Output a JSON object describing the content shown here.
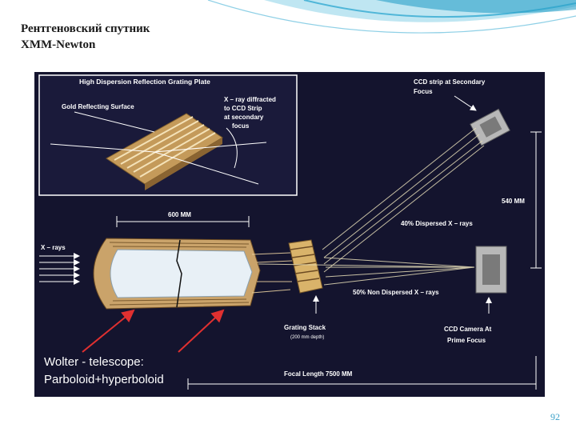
{
  "slide": {
    "title_line1": "Рентгеновский спутник",
    "title_line2": "XMM-Newton",
    "page_number": "92"
  },
  "figure": {
    "inset_title": "High Dispersion Reflection Grating Plate",
    "gold_surface": "Gold Reflecting Surface",
    "xray_diffracted_1": "X – ray diffracted",
    "xray_diffracted_2": "to CCD Strip",
    "xray_diffracted_3": "at secondary",
    "xray_diffracted_4": "focus",
    "ccd_strip_1": "CCD strip at Secondary",
    "ccd_strip_2": "Focus",
    "dim_600": "600 MM",
    "dim_540": "540 MM",
    "xrays": "X – rays",
    "dispersed": "40% Dispersed X – rays",
    "non_dispersed": "50% Non Dispersed X – rays",
    "grating_stack": "Grating Stack",
    "grating_depth": "(200 mm depth)",
    "ccd_camera_1": "CCD Camera At",
    "ccd_camera_2": "Prime Focus",
    "wolter_1": "Wolter - telescope:",
    "wolter_2": "Parboloid+hyperboloid",
    "focal_length": "Focal Length 7500 MM"
  },
  "colors": {
    "background": "#14142e",
    "gold": "#d9b36a",
    "arrow_red": "#e03030",
    "label": "#ffffff"
  }
}
